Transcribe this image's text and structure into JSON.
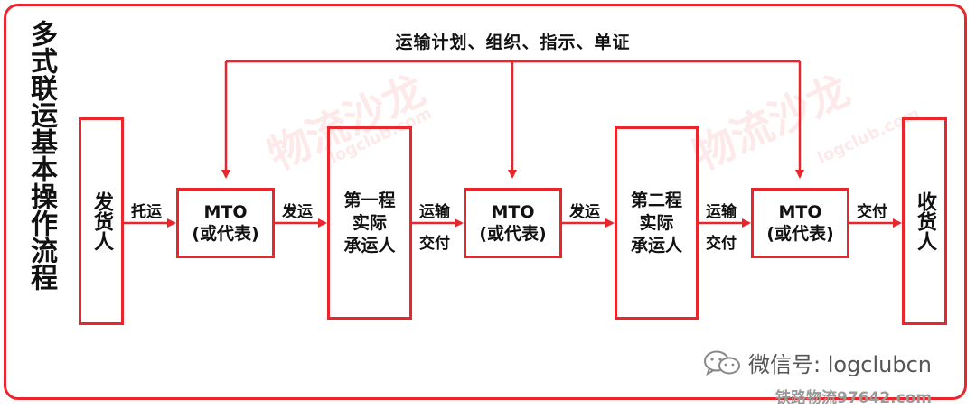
{
  "title_vertical": "多式联运基本操作流程",
  "top_label": "运输计划、组织、指示、单证",
  "nodes": {
    "shipper": "发货人",
    "mto_line1": "MTO",
    "mto_line2": "(或代表)",
    "carrier1_line1": "第一程",
    "carrier1_line2": "实际",
    "carrier1_line3": "承运人",
    "carrier2_line1": "第二程",
    "carrier2_line2": "实际",
    "carrier2_line3": "承运人",
    "consignee": "收货人"
  },
  "edges": {
    "consign": "托运",
    "dispatch": "发运",
    "transport": "运输",
    "deliver": "交付"
  },
  "watermark": {
    "brand": "物流沙龙",
    "site": "logclub.com"
  },
  "wechat": "微信号: logclubcn",
  "footer": "铁路物流97642.com",
  "colors": {
    "accent": "#e8262b"
  }
}
